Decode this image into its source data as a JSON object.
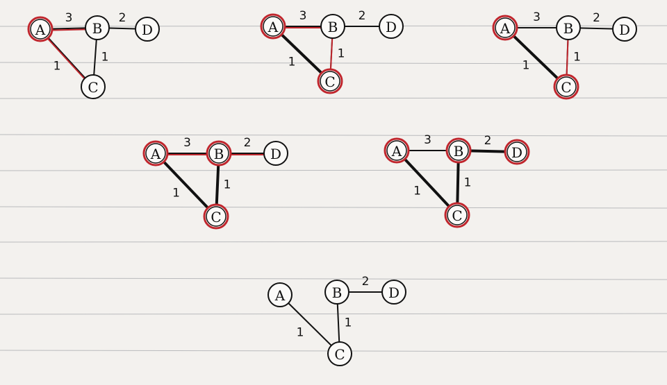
{
  "graphs": [
    {
      "id": "step-1",
      "nodes": [
        {
          "label": "A",
          "red": true
        },
        {
          "label": "B",
          "red": false
        },
        {
          "label": "C",
          "red": false
        },
        {
          "label": "D",
          "red": false
        }
      ],
      "edges": [
        {
          "from": "A",
          "to": "B",
          "weight": "3",
          "red": true,
          "heavy": false
        },
        {
          "from": "B",
          "to": "D",
          "weight": "2",
          "red": false,
          "heavy": false
        },
        {
          "from": "A",
          "to": "C",
          "weight": "1",
          "red": true,
          "heavy": false
        },
        {
          "from": "B",
          "to": "C",
          "weight": "1",
          "red": false,
          "heavy": false
        }
      ]
    },
    {
      "id": "step-2",
      "nodes": [
        {
          "label": "A",
          "red": true
        },
        {
          "label": "B",
          "red": false
        },
        {
          "label": "C",
          "red": true
        },
        {
          "label": "D",
          "red": false
        }
      ],
      "edges": [
        {
          "from": "A",
          "to": "B",
          "weight": "3",
          "red": true,
          "heavy": false
        },
        {
          "from": "B",
          "to": "D",
          "weight": "2",
          "red": false,
          "heavy": false
        },
        {
          "from": "A",
          "to": "C",
          "weight": "1",
          "red": false,
          "heavy": true
        },
        {
          "from": "B",
          "to": "C",
          "weight": "1",
          "red": true,
          "heavy": false
        }
      ]
    },
    {
      "id": "step-3",
      "nodes": [
        {
          "label": "A",
          "red": true
        },
        {
          "label": "B",
          "red": false
        },
        {
          "label": "C",
          "red": true
        },
        {
          "label": "D",
          "red": false
        }
      ],
      "edges": [
        {
          "from": "A",
          "to": "B",
          "weight": "3",
          "red": false,
          "heavy": false
        },
        {
          "from": "B",
          "to": "D",
          "weight": "2",
          "red": false,
          "heavy": false
        },
        {
          "from": "A",
          "to": "C",
          "weight": "1",
          "red": false,
          "heavy": true
        },
        {
          "from": "B",
          "to": "C",
          "weight": "1",
          "red": true,
          "heavy": false
        }
      ]
    },
    {
      "id": "step-4",
      "nodes": [
        {
          "label": "A",
          "red": true
        },
        {
          "label": "B",
          "red": true
        },
        {
          "label": "C",
          "red": true
        },
        {
          "label": "D",
          "red": false
        }
      ],
      "edges": [
        {
          "from": "A",
          "to": "B",
          "weight": "3",
          "red": true,
          "heavy": false
        },
        {
          "from": "B",
          "to": "D",
          "weight": "2",
          "red": true,
          "heavy": false
        },
        {
          "from": "A",
          "to": "C",
          "weight": "1",
          "red": false,
          "heavy": true
        },
        {
          "from": "B",
          "to": "C",
          "weight": "1",
          "red": false,
          "heavy": true
        }
      ]
    },
    {
      "id": "step-5",
      "nodes": [
        {
          "label": "A",
          "red": true
        },
        {
          "label": "B",
          "red": true
        },
        {
          "label": "C",
          "red": true
        },
        {
          "label": "D",
          "red": true
        }
      ],
      "edges": [
        {
          "from": "A",
          "to": "B",
          "weight": "3",
          "red": false,
          "heavy": false
        },
        {
          "from": "B",
          "to": "D",
          "weight": "2",
          "red": false,
          "heavy": true
        },
        {
          "from": "A",
          "to": "C",
          "weight": "1",
          "red": false,
          "heavy": true
        },
        {
          "from": "B",
          "to": "C",
          "weight": "1",
          "red": false,
          "heavy": true
        }
      ]
    },
    {
      "id": "result",
      "nodes": [
        {
          "label": "A",
          "red": false
        },
        {
          "label": "B",
          "red": false
        },
        {
          "label": "C",
          "red": false
        },
        {
          "label": "D",
          "red": false
        }
      ],
      "edges": [
        {
          "from": "B",
          "to": "D",
          "weight": "2",
          "red": false,
          "heavy": false
        },
        {
          "from": "A",
          "to": "C",
          "weight": "1",
          "red": false,
          "heavy": false
        },
        {
          "from": "B",
          "to": "C",
          "weight": "1",
          "red": false,
          "heavy": false
        }
      ]
    }
  ],
  "colors": {
    "ink": "#111111",
    "highlight": "#c0262d",
    "paper": "#f3f1ee",
    "rule": "#8a8e95"
  }
}
